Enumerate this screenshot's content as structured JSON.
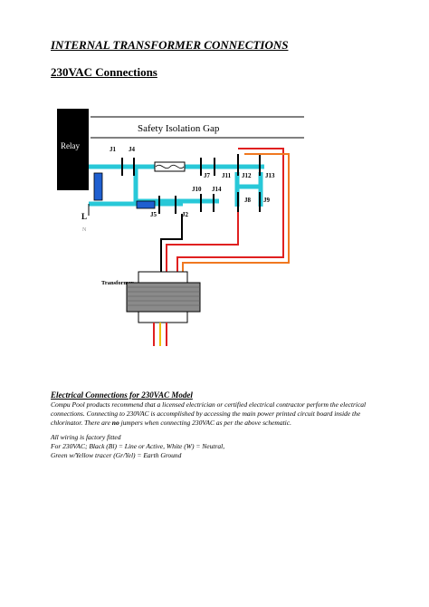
{
  "heading": "INTERNAL TRANSFORMER  CONNECTIONS",
  "subheading": "230VAC Connections",
  "diagram": {
    "gap_label": "Safety Isolation Gap",
    "relay_label": "Relay",
    "transformer_label": "Transformer",
    "jumpers": {
      "J1": "J1",
      "J4": "J4",
      "J7": "J7",
      "J11": "J11",
      "J12": "J12",
      "J13": "J13",
      "J10": "J10",
      "J14": "J14",
      "J8": "J8",
      "J9": "J9",
      "J5": "J5",
      "J2": "J2"
    },
    "line_label": "L",
    "neutral_label": "N",
    "colors": {
      "cyan_track": "#28c8d8",
      "blue_block": "#1f5fd0",
      "red_wire": "#e02020",
      "orange_wire": "#f07820",
      "relay_fill": "#000000",
      "core_gray": "#8a8a8a"
    }
  },
  "section": {
    "heading": "Electrical Connections for 230VAC  Model",
    "para_a": "Compu Pool products recommend that a licensed electrician or certified electrical contractor perform the electrical connections.  Connecting to 230VAC is accomplished by accessing the main power printed circuit board inside the chlorinator. There are ",
    "para_em": "no",
    "para_b": " jumpers when connecting 230VAC as per the above schematic.",
    "note1": "All wiring is factory fitted",
    "note2": "For 230VAC; Black (Bl) = Line or Active, White (W) = Neutral,",
    "note3": "Green w/Yellow tracer (Gr/Yel) = Earth Ground"
  }
}
